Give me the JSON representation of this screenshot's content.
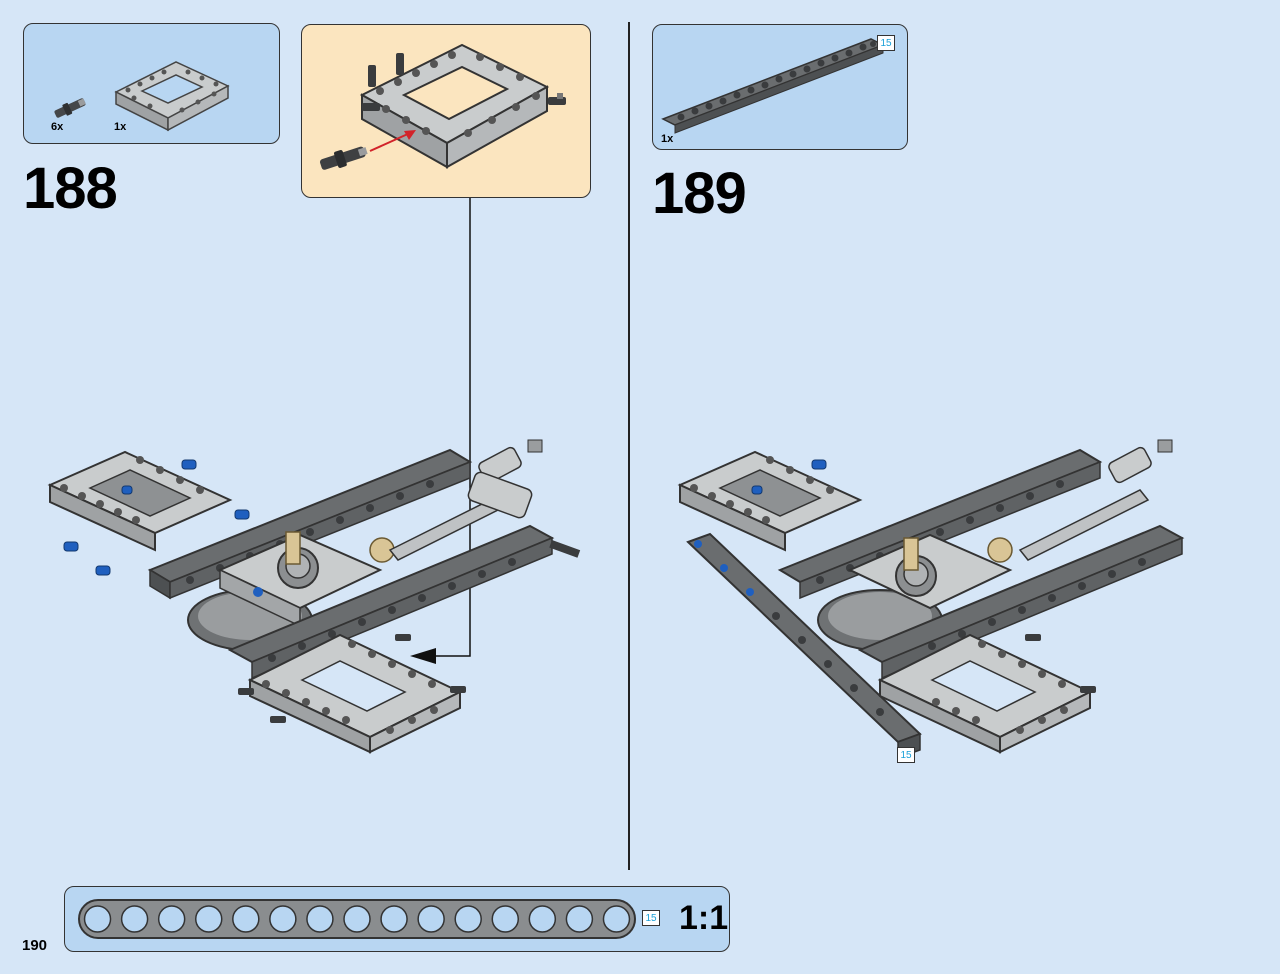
{
  "page": {
    "number": "190",
    "scale_label": "1:1"
  },
  "steps": [
    {
      "number": "188",
      "parts": [
        {
          "icon": "axle-pin-icon",
          "qty": "6x"
        },
        {
          "icon": "frame-icon",
          "qty": "1x"
        }
      ]
    },
    {
      "number": "189",
      "parts": [
        {
          "icon": "beam-15-icon",
          "qty": "1x",
          "length": "15"
        }
      ],
      "model_length_tag": "15"
    }
  ],
  "ruler": {
    "length_tag": "15",
    "holes": 15
  },
  "colors": {
    "page_bg": "#d6e6f7",
    "callout_bg": "#b8d6f2",
    "subassembly_bg": "#fbe5bf",
    "part_gray": "#8a8d8f",
    "dark_gray": "#5f6264",
    "light_gray": "#c9cccd",
    "blue_pin": "#1f5fbf",
    "tan_axle": "#d9c596",
    "arrow_red": "#d2232a"
  }
}
